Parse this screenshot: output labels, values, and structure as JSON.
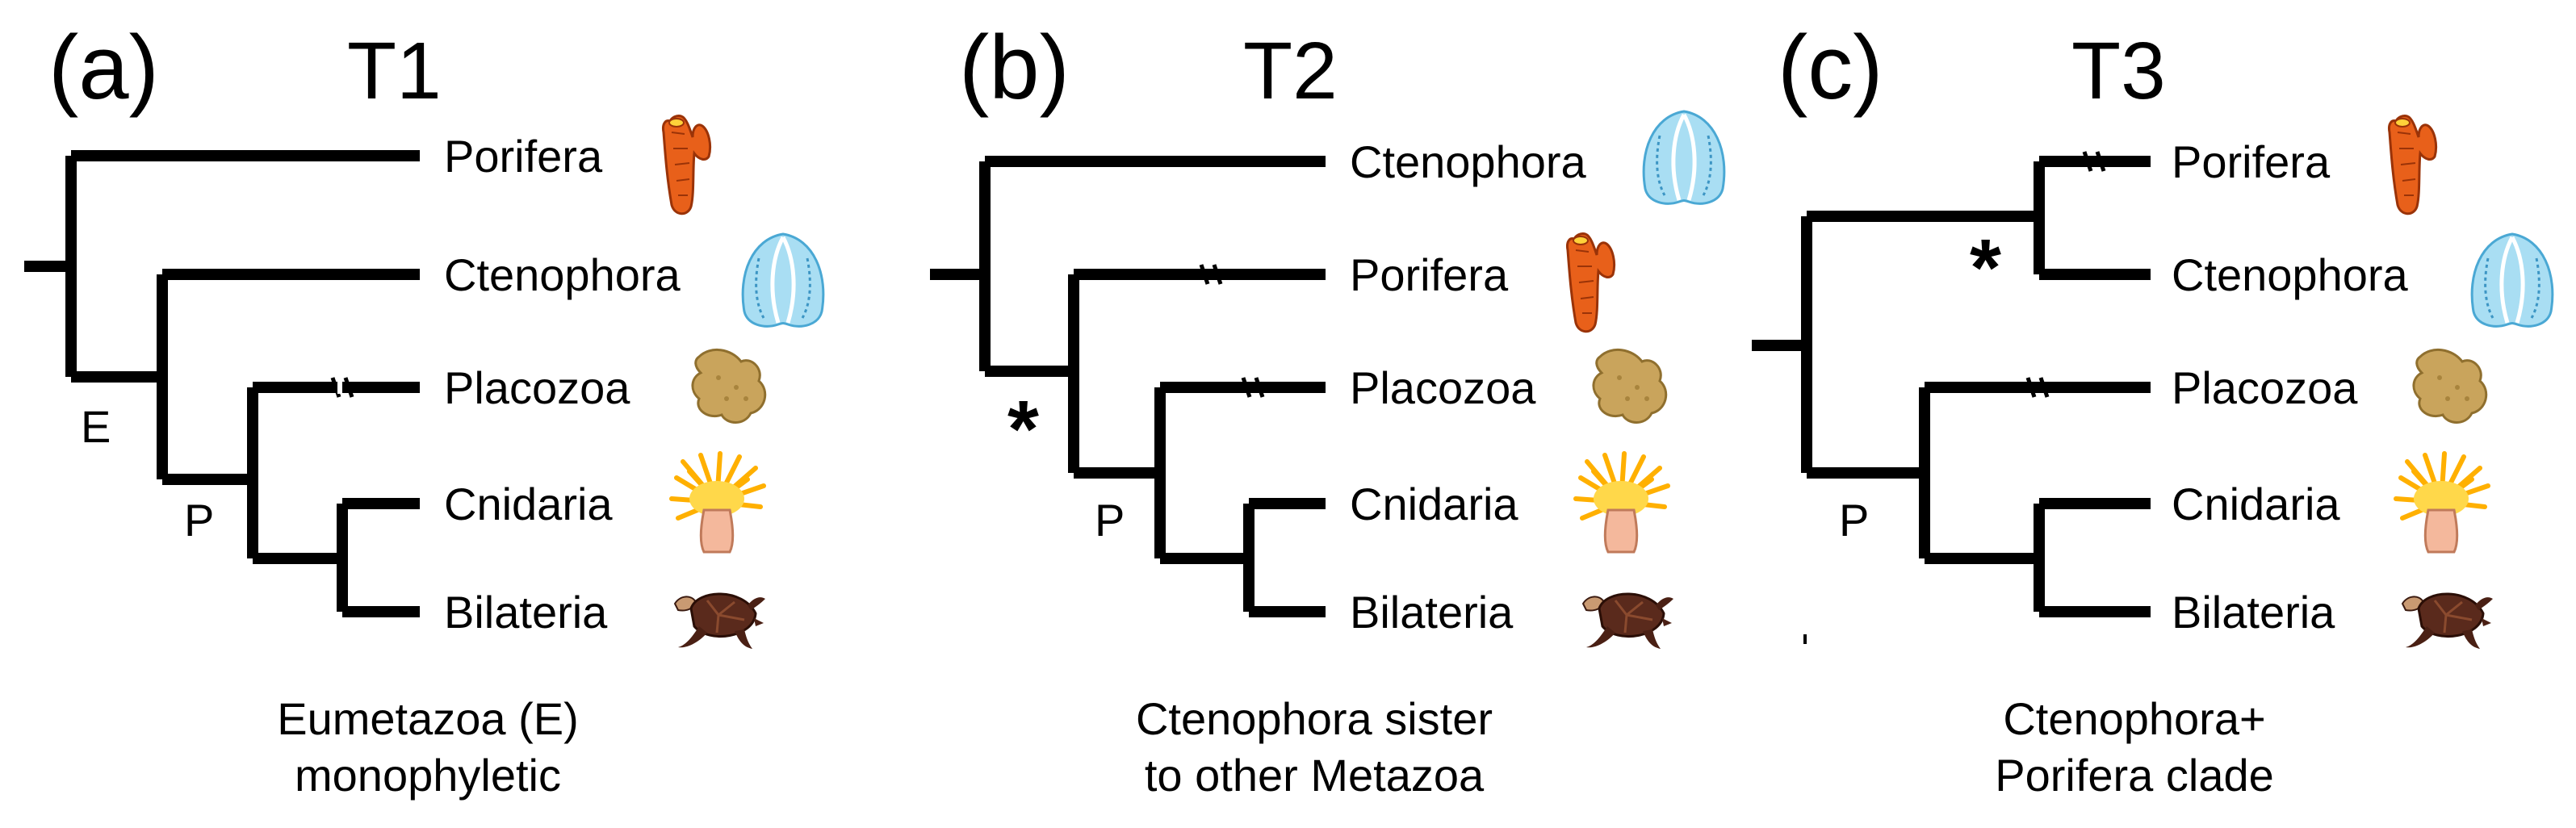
{
  "panels": [
    {
      "letter": "(a)",
      "title": "T1",
      "taxa": [
        "Porifera",
        "Ctenophora",
        "Placozoa",
        "Cnidaria",
        "Bilateria"
      ],
      "node_labels": [
        "E",
        "P"
      ],
      "caption_line1": "Eumetazoa (E)",
      "caption_line2": "monophyletic"
    },
    {
      "letter": "(b)",
      "title": "T2",
      "taxa": [
        "Ctenophora",
        "Porifera",
        "Placozoa",
        "Cnidaria",
        "Bilateria"
      ],
      "node_labels": [
        "*",
        "P"
      ],
      "caption_line1": "Ctenophora sister",
      "caption_line2": "to other Metazoa"
    },
    {
      "letter": "(c)",
      "title": "T3",
      "taxa": [
        "Porifera",
        "Ctenophora",
        "Placozoa",
        "Cnidaria",
        "Bilateria"
      ],
      "node_labels": [
        "*",
        "P"
      ],
      "caption_line1": "Ctenophora+",
      "caption_line2": "Porifera clade"
    }
  ],
  "icons": {
    "porifera": "sponge-icon",
    "ctenophora": "comb-jelly-icon",
    "placozoa": "placozoan-icon",
    "cnidaria": "sea-anemone-icon",
    "bilateria": "sea-turtle-icon"
  },
  "colors": {
    "sponge": "#e8601a",
    "comb_jelly": "#8fd3ee",
    "placozoan": "#c9a45c",
    "anemone": "#ffc21a",
    "turtle": "#5a2a1c"
  }
}
